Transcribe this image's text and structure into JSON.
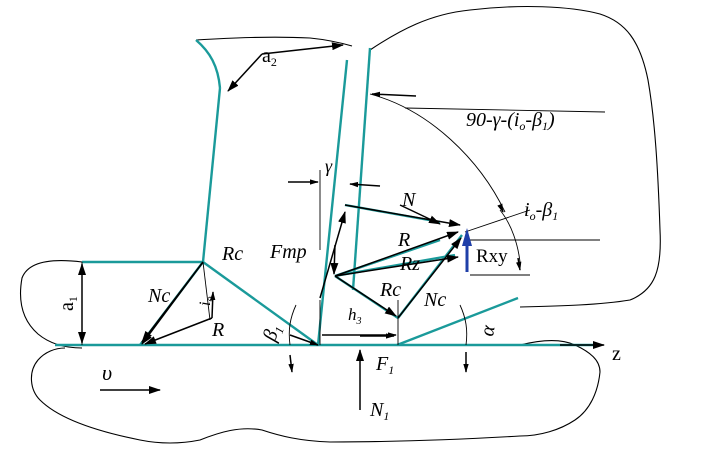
{
  "colors": {
    "tool_edge": "#1a9a9a",
    "outline": "#000000",
    "accent": "#1f3fa8"
  },
  "labels": {
    "a2": "a",
    "a2_sub": "2",
    "a1": "a",
    "a1_sub": "1",
    "gamma": "γ",
    "angle_formula": "90-γ-(i",
    "angle_formula_sub_o": "o",
    "angle_formula_mid": "-β",
    "angle_formula_sub_1": "1",
    "angle_formula_end": ")",
    "N": "N",
    "R_upper": "R",
    "Rz": "Rz",
    "Rxy": "Rxy",
    "Rc_upper": "Rc",
    "Nc_upper": "Nc",
    "Fmp": "Fmp",
    "io_beta": "i",
    "io_beta_sub_o": "o",
    "io_beta_mid": "-β",
    "io_beta_sub_1": "1",
    "Rc_left": "Rc",
    "Nc_left": "Nc",
    "io_left": "i",
    "io_left_sub": "o",
    "R_left": "R",
    "beta1": "β",
    "beta1_sub": "1",
    "h3": "h",
    "h3_sub": "3",
    "F1": "F",
    "F1_sub": "1",
    "N1": "N",
    "N1_sub": "1",
    "alpha": "α",
    "z": "z",
    "v": "υ"
  }
}
